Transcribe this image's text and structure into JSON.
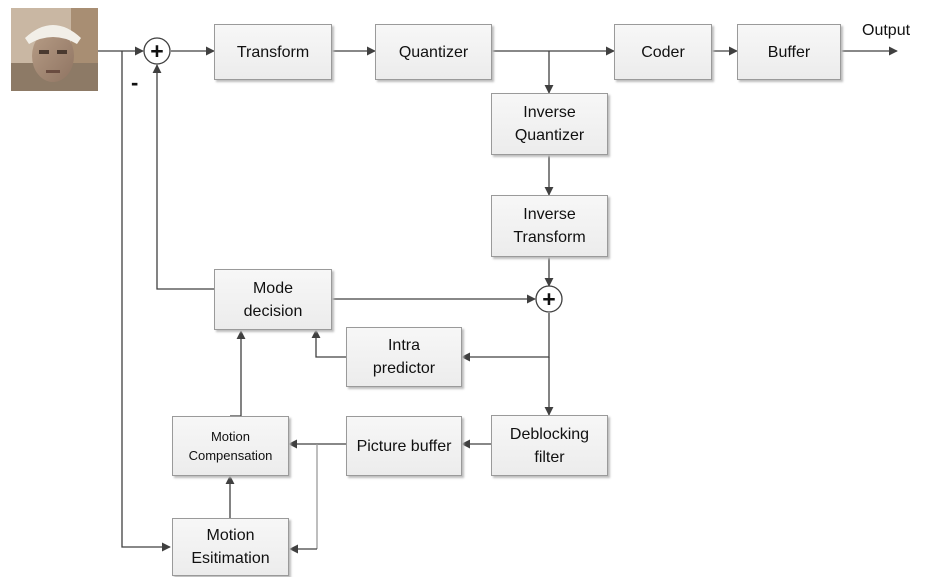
{
  "blocks": {
    "transform": "Transform",
    "quantizer": "Quantizer",
    "coder": "Coder",
    "buffer": "Buffer",
    "inverse_quantizer": "Inverse\nQuantizer",
    "inverse_transform": "Inverse\nTransform",
    "mode_decision": "Mode\ndecision",
    "intra_predictor": "Intra\npredictor",
    "motion_compensation": "Motion\nCompensation",
    "picture_buffer": "Picture buffer",
    "deblocking_filter": "Deblocking\nfilter",
    "motion_estimation": "Motion\nEsitimation"
  },
  "output_label": "Output",
  "subtract_sign": "-",
  "adder_symbol": "+",
  "colors": {
    "line": "#404040",
    "box_border": "#9a9a9a",
    "box_fill": "#f0f0f0"
  }
}
